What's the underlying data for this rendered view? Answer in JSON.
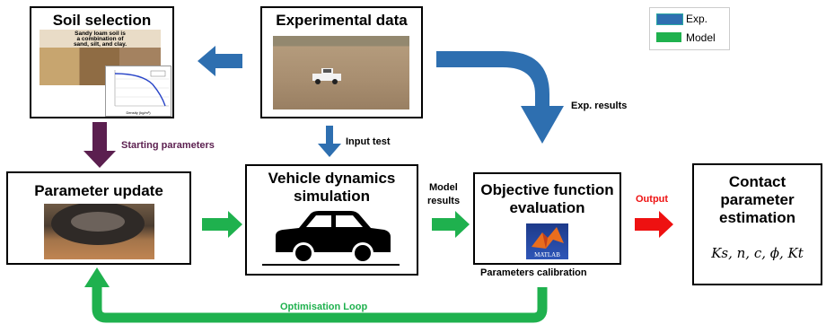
{
  "boxes": {
    "soil_selection": "Soil selection",
    "experimental_data": "Experimental data",
    "parameter_update": "Parameter update",
    "vehicle_dynamics": [
      "Vehicle dynamics",
      "simulation"
    ],
    "objective_function": [
      "Objective function",
      "evaluation"
    ],
    "contact_estimation": [
      "Contact",
      "parameter",
      "estimation"
    ]
  },
  "soil_image_caption": [
    "Sandy loam soil is",
    "a combination of",
    "sand, silt, and clay."
  ],
  "soil_plot_xlabel": "Density (kg/m³)",
  "matlab_label": "MATLAB",
  "labels": {
    "starting_parameters": "Starting parameters",
    "input_test": "Input test",
    "exp_results": "Exp. results",
    "model_results": [
      "Model",
      "results"
    ],
    "output": "Output",
    "parameters_calibration": "Parameters calibration",
    "optimisation_loop": "Optimisation Loop"
  },
  "formula": "Ks, n, c, ϕ, Kt",
  "legend": [
    {
      "label": "Exp.",
      "color": "#2e6fb0"
    },
    {
      "label": "Model",
      "color": "#1fb14e"
    }
  ],
  "colors": {
    "exp_arrow": "#2e6fb0",
    "model_arrow": "#1fb14e",
    "start_arrow": "#5b1f4f",
    "output_arrow": "#ee1111",
    "loop_label": "#1fb14e",
    "start_label": "#5b1f4f"
  }
}
